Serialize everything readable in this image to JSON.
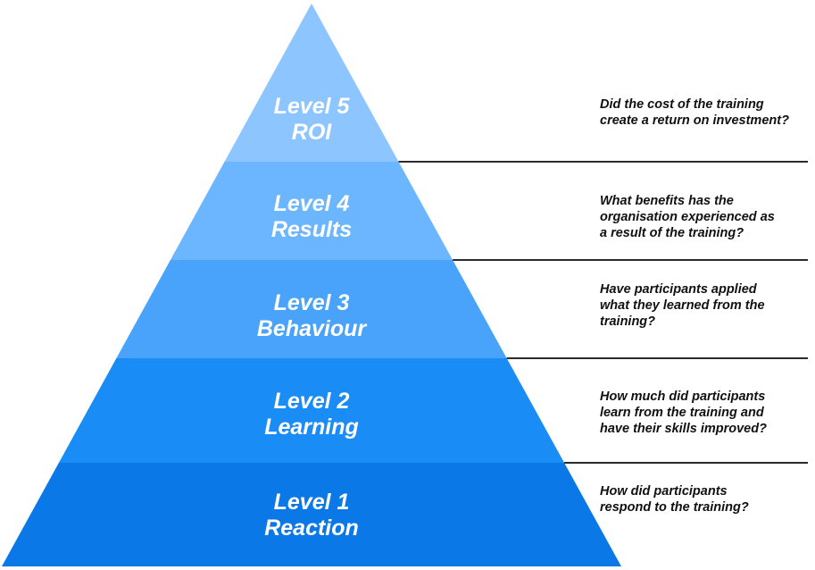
{
  "levels": [
    {
      "number_label": "Level 5",
      "name": "ROI",
      "color": "#8cc5ff",
      "question_lines": [
        "Did the cost of the training",
        "create a return on investment?"
      ]
    },
    {
      "number_label": "Level 4",
      "name": "Results",
      "color": "#6cb5ff",
      "question_lines": [
        "What benefits has the",
        "organisation experienced as",
        "a result of the training?"
      ]
    },
    {
      "number_label": "Level 3",
      "name": "Behaviour",
      "color": "#4aa3fb",
      "question_lines": [
        "Have participants applied",
        "what they learned from the",
        "training?"
      ]
    },
    {
      "number_label": "Level 2",
      "name": "Learning",
      "color": "#1a8cf5",
      "question_lines": [
        "How much did participants",
        "learn from the training and",
        "have their skills improved?"
      ]
    },
    {
      "number_label": "Level 1",
      "name": "Reaction",
      "color": "#0a78e6",
      "question_lines": [
        "How did participants",
        "respond to the training?"
      ]
    }
  ],
  "colors": {
    "divider": "#2b2b2b",
    "label_text": "#ffffff",
    "question_text": "#111111"
  }
}
